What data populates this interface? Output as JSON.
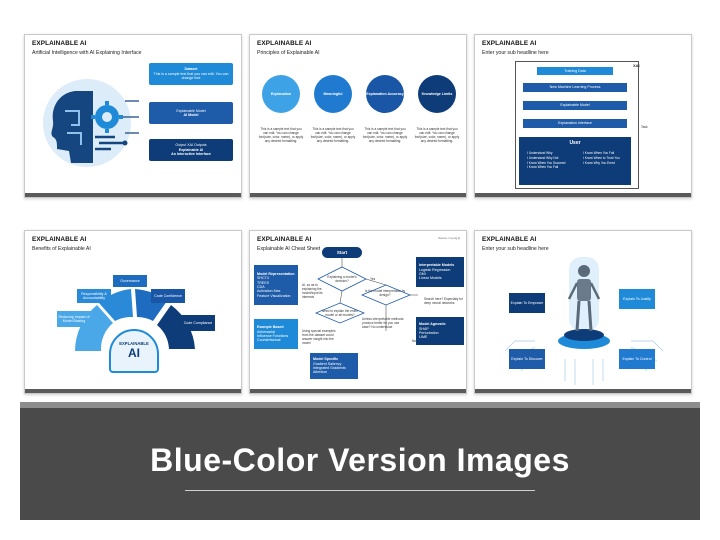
{
  "slides": [
    {
      "title": "EXPLAINABLE AI",
      "subtitle": "Artificial Intelligence with AI Explaining Interface",
      "boxes": [
        {
          "head": "Dataset",
          "body": "This is a sample text that you can edit. You can change font"
        },
        {
          "head": "Explainable Model",
          "body": "AI Model"
        },
        {
          "head": "Output XAI Outputs",
          "body": "Explainable AI\nAn Interactive Interface"
        }
      ]
    },
    {
      "title": "EXPLAINABLE AI",
      "subtitle": "Principles of Explainable AI",
      "principles": [
        {
          "label": "Explanation",
          "text": "This is a sample text that you can edit. You can change font(size, color, name), or apply any desired formatting."
        },
        {
          "label": "Meaningful",
          "text": "This is a sample text that you can edit. You can change font(size, color, name), or apply any desired formatting."
        },
        {
          "label": "Explanation Accuracy",
          "text": "This is a sample text that you can edit. You can change font(size, color, name), or apply any desired formatting."
        },
        {
          "label": "Knowledge Limits",
          "text": "This is a sample text that you can edit. You can change font(size, color, name), or apply any desired formatting."
        }
      ]
    },
    {
      "title": "EXPLAINABLE AI",
      "subtitle": "Enter your sub headline here",
      "xai_label": "XAI",
      "task_label": "Task",
      "flow": [
        "Training Data",
        "New Machine Learning Process",
        "Explainable Model",
        "Explanation Interface",
        "User"
      ],
      "left_list": [
        "I Understand Why",
        "I Understand Why Not",
        "I Know When You Succeed",
        "I Know When You Fail"
      ],
      "right_list": [
        "I Know When You Fail",
        "I Know When to Trust You",
        "I Know Why You Erred"
      ]
    },
    {
      "title": "EXPLAINABLE AI",
      "subtitle": "Benefits of Explainable AI",
      "center_label": "EXPLAINABLE",
      "center_big": "AI",
      "benefits": [
        "Reducing Impact of Model Biasing",
        "Responsibility & Accountability",
        "Governance",
        "Code Confidence",
        "Code Compliance"
      ]
    },
    {
      "title": "EXPLAINABLE AI",
      "subtitle": "Explainable AI Cheat Sheet",
      "source": "Source: mq.org.jk",
      "start": "Start",
      "q1": "Explaining a model's decision?",
      "q2": "Is the model interpretable by design?",
      "q3": "Need to explain the entire model or all models?",
      "yes": "Yes",
      "no": "No",
      "model_rep": {
        "head": "Model Representation",
        "items": [
          "SHCT4",
          "TREES",
          "CDA",
          "Activation Max",
          "Feature Visualization"
        ]
      },
      "interpretable": {
        "head": "Interpretable Models",
        "items": [
          "Logistic Regression",
          "GMI",
          "Linear Models"
        ]
      },
      "example": {
        "head": "Example Based",
        "items": [
          "Adversarial",
          "Influence Functions",
          "Counterfactual"
        ]
      },
      "agnostic": {
        "head": "Model Agnostic",
        "items": [
          "SHAP",
          "Perturbation",
          "LIME"
        ]
      },
      "specific": {
        "head": "Model Specific",
        "items": [
          "Gradient Saliency",
          "Integrated Gradients",
          "Attention"
        ]
      },
      "note_a": "AI, so as to explaining the model/input its interests",
      "note_b": "Using special examples from the dataset could answer insight into the model",
      "note_c": "Search here? Especially for deep neural networks",
      "note_d": "Unless interpretable methods produce better for you use case? No understood"
    },
    {
      "title": "EXPLAINABLE AI",
      "subtitle": "Enter your sub headline here",
      "actions": [
        "Explain To Empower",
        "Explain To Justify",
        "Explain To Discover",
        "Explain To Control"
      ]
    }
  ],
  "banner": {
    "title": "Blue-Color Version Images"
  },
  "colors": {
    "dark_blue": "#0d3c78",
    "mid_blue": "#1e5ba8",
    "bright_blue": "#1f8ad8",
    "light_blue": "#5fb4ec",
    "banner": "#4a4a4a"
  }
}
